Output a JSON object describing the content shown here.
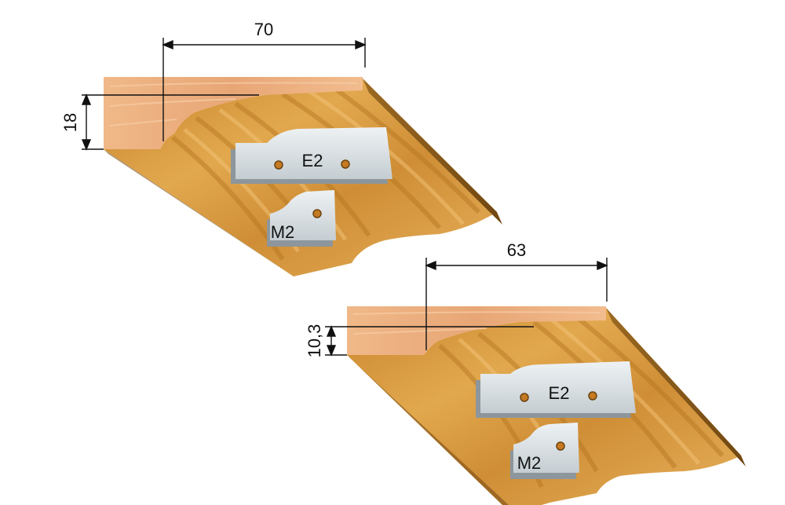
{
  "profile_top": {
    "width_label": "70",
    "height_label": "18",
    "knife_large_label": "E2",
    "knife_small_label": "M2"
  },
  "profile_bottom": {
    "width_label": "63",
    "height_label": "10,3",
    "knife_large_label": "E2",
    "knife_small_label": "M2"
  },
  "colors": {
    "wood_face": "#e9a978",
    "wood_side": "#d9963a",
    "wood_dark": "#8a5a1a",
    "wood_edge": "#b07a30",
    "knife": "#d7dee2",
    "knife_shadow": "#8c969c",
    "line": "#111111"
  }
}
